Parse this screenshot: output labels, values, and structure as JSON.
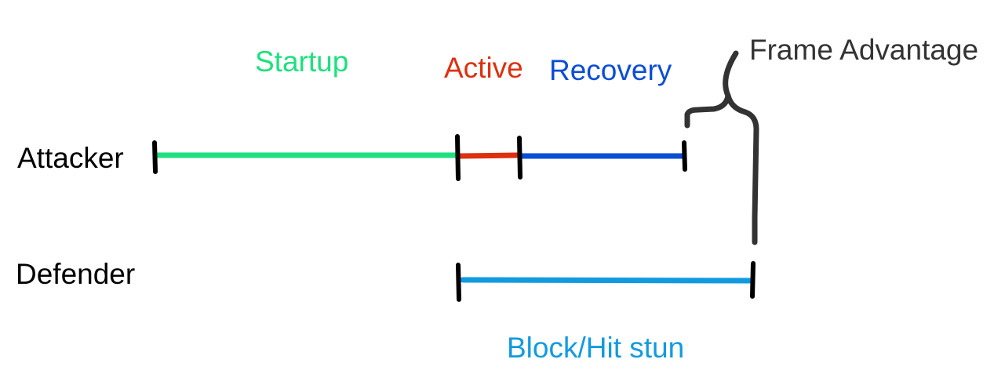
{
  "rows": {
    "attacker": "Attacker",
    "defender": "Defender"
  },
  "phases": {
    "startup": {
      "label": "Startup",
      "color": "#1ee07e"
    },
    "active": {
      "label": "Active",
      "color": "#dd3010"
    },
    "recovery": {
      "label": "Recovery",
      "color": "#0a4ed6"
    },
    "stun": {
      "label": "Block/Hit stun",
      "color": "#129ae0"
    }
  },
  "annotation": {
    "label": "Frame Advantage",
    "color": "#333333"
  }
}
